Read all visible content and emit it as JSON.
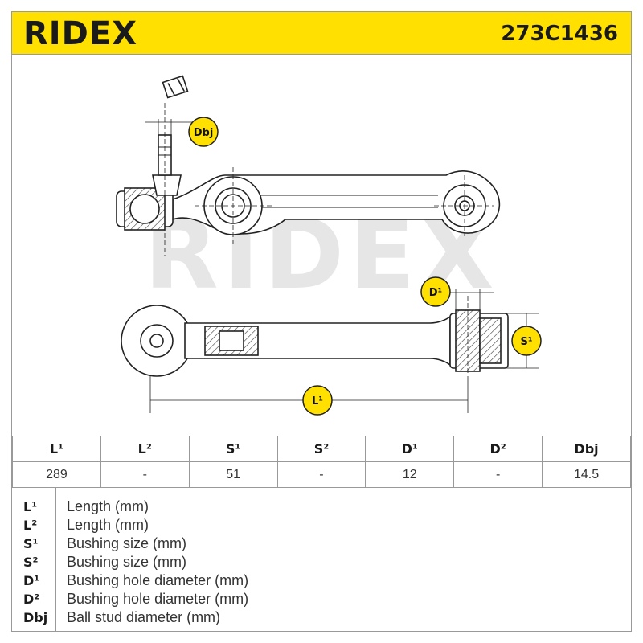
{
  "brand": "RIDEX",
  "part_number": "273C1436",
  "watermark": "RIDEX",
  "accent_color": "#ffe000",
  "callouts": {
    "dbj": "Dbj",
    "d1": "D¹",
    "s1": "S¹",
    "l1": "L¹"
  },
  "spec_table": {
    "headers": [
      "L¹",
      "L²",
      "S¹",
      "S²",
      "D¹",
      "D²",
      "Dbj"
    ],
    "values": [
      "289",
      "-",
      "51",
      "-",
      "12",
      "-",
      "14.5"
    ]
  },
  "legend": [
    {
      "key": "L¹",
      "desc": "Length (mm)"
    },
    {
      "key": "L²",
      "desc": "Length (mm)"
    },
    {
      "key": "S¹",
      "desc": "Bushing size (mm)"
    },
    {
      "key": "S²",
      "desc": "Bushing size (mm)"
    },
    {
      "key": "D¹",
      "desc": "Bushing hole diameter (mm)"
    },
    {
      "key": "D²",
      "desc": "Bushing hole diameter (mm)"
    },
    {
      "key": "Dbj",
      "desc": "Ball stud diameter (mm)"
    }
  ]
}
